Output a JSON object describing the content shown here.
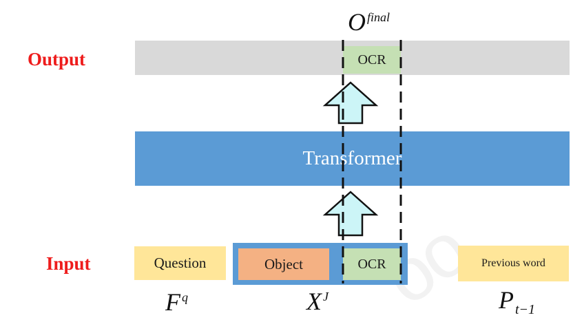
{
  "labels": {
    "output": "Output",
    "input": "Input"
  },
  "output_layer": {
    "ocr_label": "OCR",
    "symbol_base": "O",
    "symbol_sup": "final"
  },
  "transformer": {
    "label": "Transformer"
  },
  "inputs": {
    "question": {
      "label": "Question",
      "symbol_base": "F",
      "symbol_sup": "q"
    },
    "object": {
      "label": "Object"
    },
    "ocr": {
      "label": "OCR"
    },
    "xj": {
      "symbol_base": "X",
      "symbol_sup": "J"
    },
    "previous_word": {
      "label": "Previous word",
      "symbol_base": "P",
      "symbol_sub": "t−1"
    }
  },
  "colors": {
    "label_red": "#ee1c1c",
    "output_bar": "#d9d9d9",
    "transformer": "#5b9bd5",
    "ocr_green": "#c5e0b4",
    "object_orange": "#f4b183",
    "yellow": "#ffe699",
    "arrow_fill": "#ccf5f7"
  }
}
